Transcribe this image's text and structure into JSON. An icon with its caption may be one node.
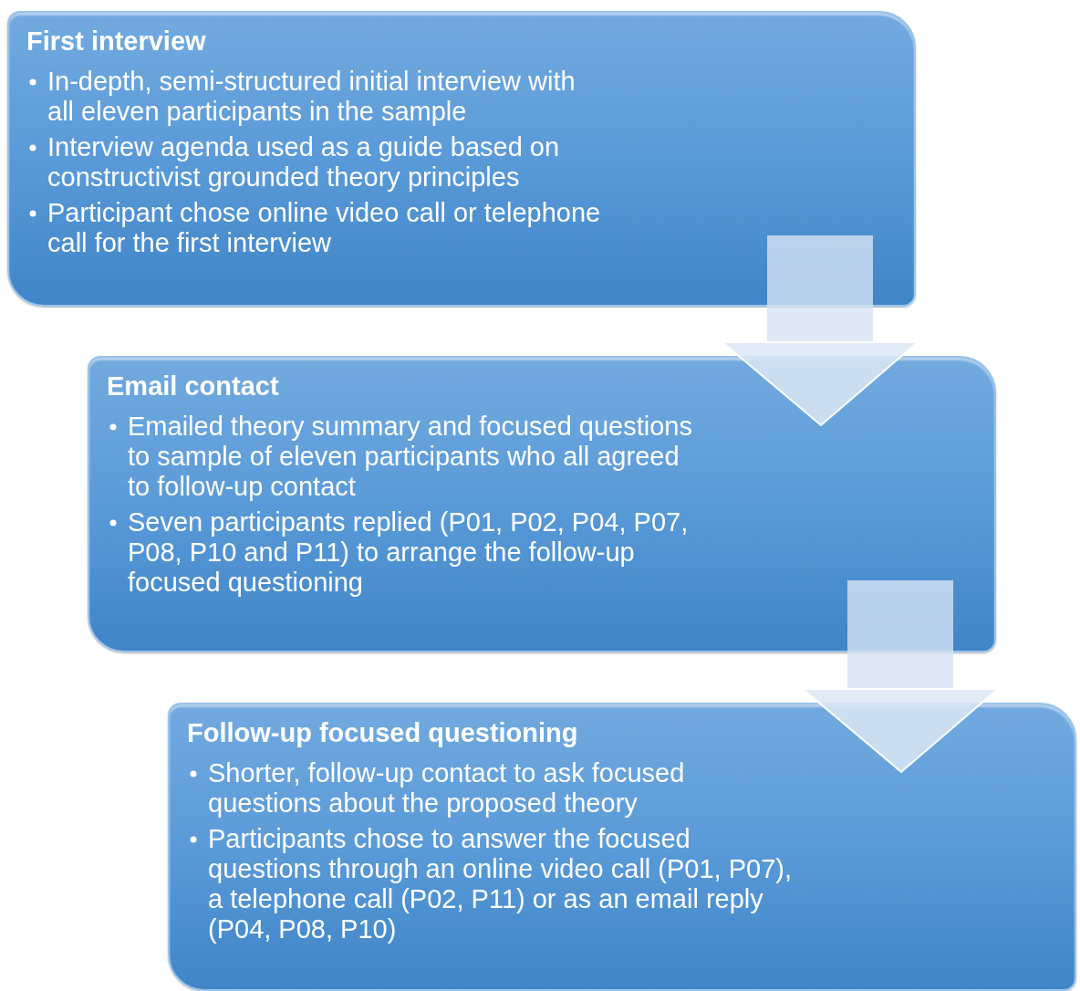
{
  "diagram": {
    "nodes": [
      {
        "text": [
          "First interview",
          "In-depth, semi-structured initial interview with all eleven participants in the sample",
          "Interview agenda used as a guide based on constructivist grounded theory principles",
          "Participant chose online video call or telephone call for the first interview"
        ]
      },
      {
        "text": [
          "Email contact",
          "Emailed theory summary and focused questions to sample of eleven participants who all agreed to follow-up contact",
          "Seven participants replied (P01, P02, P04, P07, P08, P10 and P11) to arrange the follow-up focused questioning"
        ]
      },
      {
        "text": [
          "Follow-up focused questioning",
          "Shorter, follow-up contact to ask focused questions about the proposed theory",
          "Participants chose to answer the focused questions through an online video call (P01, P07), a telephone call (P02, P11) or as an email reply (P04, P08, P10)"
        ]
      }
    ],
    "edges": [
      {
        "from": 0,
        "to": 1,
        "arrow": "to"
      },
      {
        "from": 1,
        "to": 2,
        "arrow": "to"
      }
    ]
  }
}
